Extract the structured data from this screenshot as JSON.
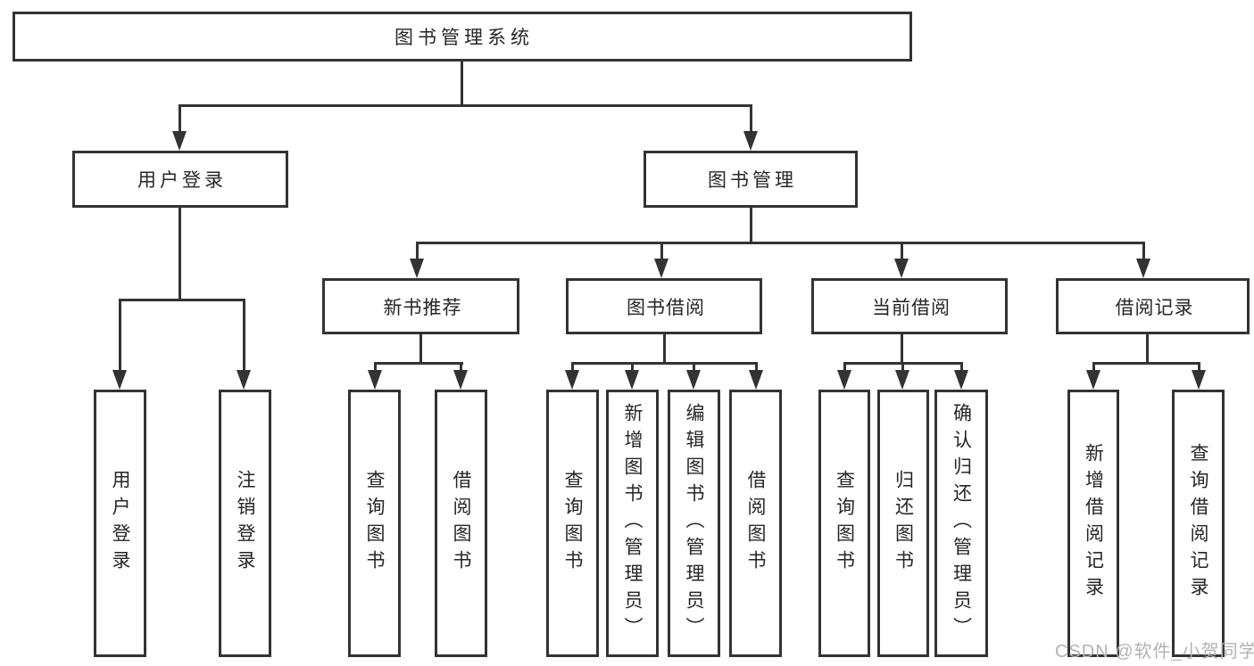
{
  "diagram": {
    "title": "图书管理系统",
    "root": {
      "label": "图书管理系统"
    },
    "level1": [
      {
        "label": "用户登录"
      },
      {
        "label": "图书管理"
      }
    ],
    "level2": [
      {
        "label": "新书推荐",
        "parent": "图书管理"
      },
      {
        "label": "图书借阅",
        "parent": "图书管理"
      },
      {
        "label": "当前借阅",
        "parent": "图书管理"
      },
      {
        "label": "借阅记录",
        "parent": "图书管理"
      }
    ],
    "leaves": [
      {
        "label": "用户登录",
        "parent": "用户登录"
      },
      {
        "label": "注销登录",
        "parent": "用户登录"
      },
      {
        "label": "查询图书",
        "parent": "新书推荐"
      },
      {
        "label": "借阅图书",
        "parent": "新书推荐"
      },
      {
        "label": "查询图书",
        "parent": "图书借阅"
      },
      {
        "label": "新增图书（管理员）",
        "parent": "图书借阅"
      },
      {
        "label": "编辑图书（管理员）",
        "parent": "图书借阅"
      },
      {
        "label": "借阅图书",
        "parent": "图书借阅"
      },
      {
        "label": "查询图书",
        "parent": "当前借阅"
      },
      {
        "label": "归还图书",
        "parent": "当前借阅"
      },
      {
        "label": "确认归还（管理员）",
        "parent": "当前借阅"
      },
      {
        "label": "新增借阅记录",
        "parent": "借阅记录"
      },
      {
        "label": "查询借阅记录",
        "parent": "借阅记录"
      }
    ]
  },
  "watermark": "CSDN @软件_小贺同学",
  "colors": {
    "line": "#333333",
    "background": "#ffffff",
    "text": "#262626",
    "watermark": "#b3b3b3"
  }
}
